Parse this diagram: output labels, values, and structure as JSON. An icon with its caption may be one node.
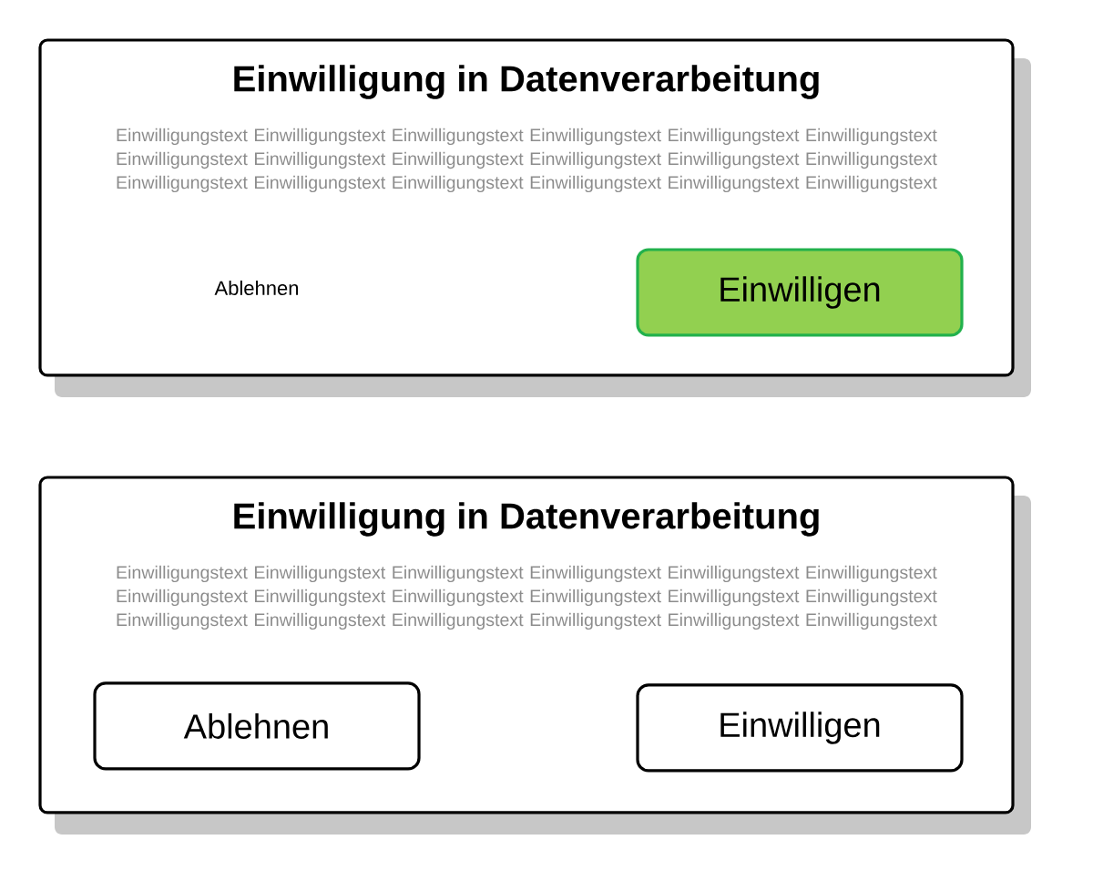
{
  "diagram": {
    "nodes": [
      {
        "text": [
          "Einwilligung in Datenverarbeitung",
          "Einwilligungstext Einwilligungstext Einwilligungstext Einwilligungstext Einwilligungstext Einwilligungstext Einwilligungstext Einwilligungstext Einwilligungstext Einwilligungstext Einwilligungstext Einwilligungstext Einwilligungstext Einwilligungstext Einwilligungstext Einwilligungstext Einwilligungstext Einwilligungstext",
          "Ablehnen"
        ]
      },
      {
        "text": [
          "Einwilligen"
        ],
        "in": 0
      },
      {
        "text": [
          "Einwilligung in Datenverarbeitung",
          "Einwilligungstext Einwilligungstext Einwilligungstext Einwilligungstext Einwilligungstext Einwilligungstext Einwilligungstext Einwilligungstext Einwilligungstext Einwilligungstext Einwilligungstext Einwilligungstext Einwilligungstext Einwilligungstext Einwilligungstext Einwilligungstext Einwilligungstext Einwilligungstext"
        ]
      },
      {
        "text": [
          "Ablehnen"
        ],
        "in": 2
      },
      {
        "text": [
          "Einwilligen"
        ],
        "in": 2
      }
    ]
  }
}
